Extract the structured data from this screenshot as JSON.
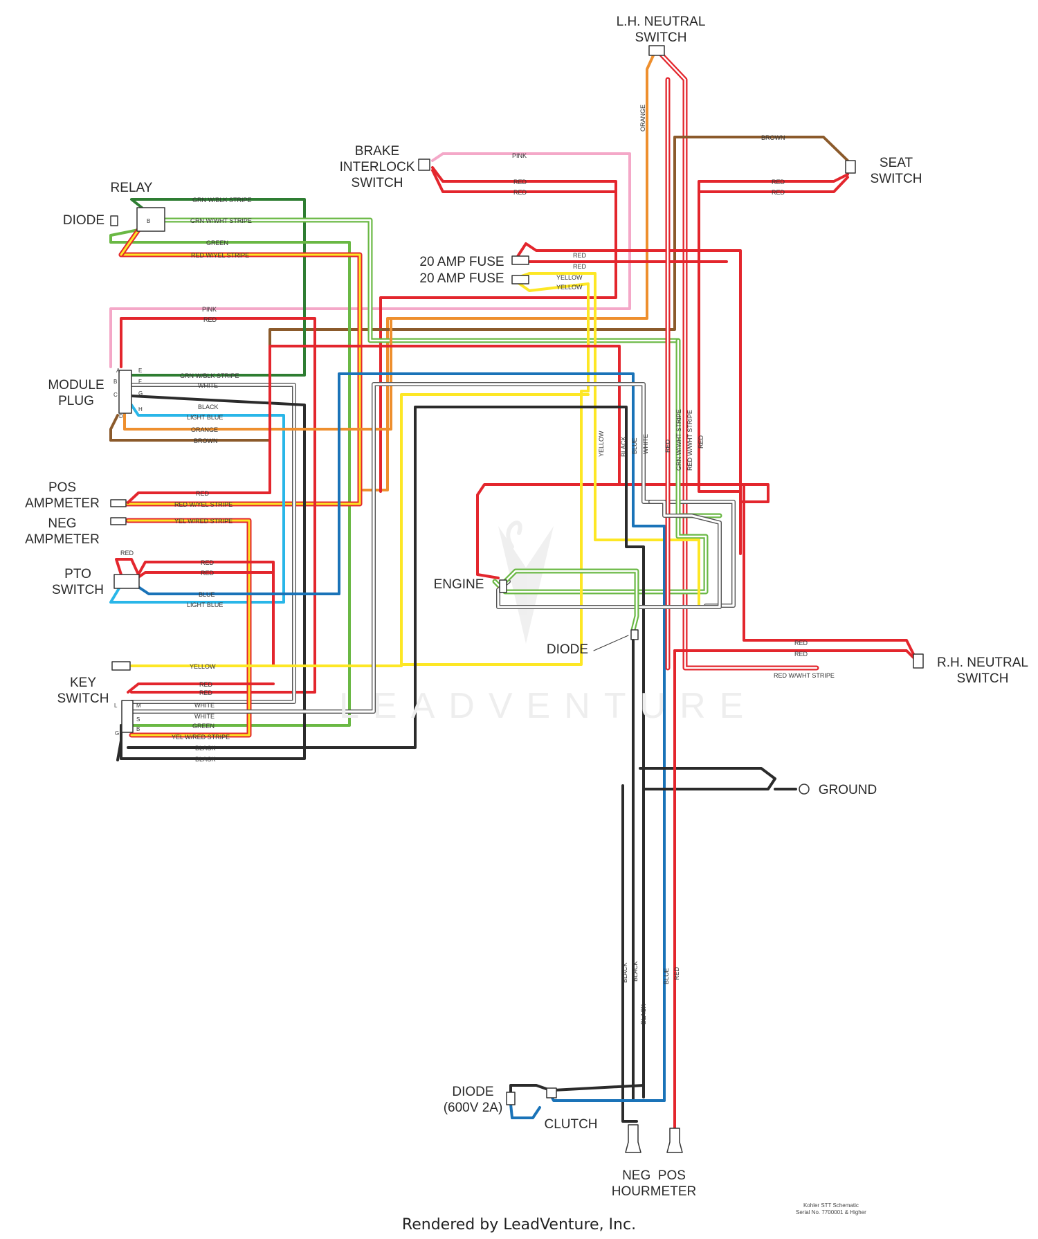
{
  "components": [
    {
      "id": "lh-neutral",
      "label": "L.H. NEUTRAL\nSWITCH"
    },
    {
      "id": "brake-interlock",
      "label": "BRAKE\nINTERLOCK\nSWITCH"
    },
    {
      "id": "seat",
      "label": "SEAT\nSWITCH"
    },
    {
      "id": "relay",
      "label": "RELAY"
    },
    {
      "id": "diode-relay",
      "label": "DIODE"
    },
    {
      "id": "fuse1",
      "label": "20 AMP FUSE"
    },
    {
      "id": "fuse2",
      "label": "20 AMP FUSE"
    },
    {
      "id": "module-plug",
      "label": "MODULE\nPLUG"
    },
    {
      "id": "pos-amp",
      "label": "POS\nAMPMETER"
    },
    {
      "id": "neg-amp",
      "label": "NEG\nAMPMETER"
    },
    {
      "id": "pto",
      "label": "PTO\nSWITCH"
    },
    {
      "id": "engine",
      "label": "ENGINE"
    },
    {
      "id": "diode-engine",
      "label": "DIODE"
    },
    {
      "id": "key",
      "label": "KEY\nSWITCH"
    },
    {
      "id": "rh-neutral",
      "label": "R.H. NEUTRAL\nSWITCH"
    },
    {
      "id": "ground",
      "label": "GROUND"
    },
    {
      "id": "diode-clutch",
      "label": "DIODE\n(600V 2A)"
    },
    {
      "id": "clutch",
      "label": "CLUTCH"
    },
    {
      "id": "hourmeter",
      "label": "NEG  POS\nHOURMETER"
    }
  ],
  "wire_labels": {
    "orange_lh": "ORANGE",
    "pink_brake": "PINK",
    "red_brake1": "RED",
    "red_brake2": "RED",
    "brown_seat": "BROWN",
    "red_seat1": "RED",
    "red_seat2": "RED",
    "relay_grnblk": "GRN W/BLK STRIPE",
    "relay_grnwht": "GRN W/WHT STRIPE",
    "relay_green": "GREEN",
    "relay_redyel": "RED W/YEL STRIPE",
    "fuse_red1": "RED",
    "fuse_red2": "RED",
    "fuse_yel1": "YELLOW",
    "fuse_yel2": "YELLOW",
    "mod_pink": "PINK",
    "mod_red": "RED",
    "mod_grnblk": "GRN W/BLK STRIPE",
    "mod_white": "WHITE",
    "mod_black": "BLACK",
    "mod_ltblue": "LIGHT BLUE",
    "mod_orange": "ORANGE",
    "mod_brown": "BROWN",
    "amp_red": "RED",
    "amp_redyel": "RED W/YEL STRIPE",
    "amp_yelred": "YEL W/RED STRIPE",
    "pto_red_top": "RED",
    "pto_red1": "RED",
    "pto_red2": "RED",
    "pto_blue": "BLUE",
    "pto_ltblue": "LIGHT BLUE",
    "key_yellow": "YELLOW",
    "key_red1": "RED",
    "key_red2": "RED",
    "key_white1": "WHITE",
    "key_white2": "WHITE",
    "key_green": "GREEN",
    "key_yelred": "YEL W/RED STRIPE",
    "key_black1": "BLACK",
    "key_black2": "BLACK",
    "v_yellow": "YELLOW",
    "v_black": "BLACK",
    "v_blue": "BLUE",
    "v_white": "WHITE",
    "v_red": "RED",
    "v_grnwht": "GRN W/WHT STRIPE",
    "v_redwht": "RED W/WHT STRIPE",
    "v_red2": "RED",
    "rh_red1": "RED",
    "rh_red2": "RED",
    "rh_redwht": "RED W/WHT STRIPE",
    "hm_black1": "BLACK",
    "hm_black2": "BLACK",
    "hm_black3": "BLACK",
    "hm_blue": "BLUE",
    "hm_red": "RED"
  },
  "pin_letters": {
    "a": "A",
    "b": "B",
    "c": "C",
    "d": "D",
    "e": "E",
    "f": "F",
    "g": "G",
    "h": "H",
    "key_l": "L",
    "key_m": "M",
    "key_g": "G",
    "key_s": "S",
    "key_b": "B",
    "relay_b": "B"
  },
  "watermark": "LEADVENTURE",
  "footnote": "Kohler STT Schematic\nSerial No. 7700001 & Higher",
  "footer": "Rendered by LeadVenture, Inc.",
  "colors": {
    "red": "#e3262d",
    "green": "#6ab844",
    "dark_green": "#2e7d32",
    "black": "#2b2b2b",
    "white_wire": "#ffffff",
    "pink": "#f4a8c8",
    "orange": "#ee8f2e",
    "brown": "#8b5a2b",
    "yellow": "#fde725",
    "blue": "#1a73b8",
    "light_blue": "#29b6e8"
  }
}
